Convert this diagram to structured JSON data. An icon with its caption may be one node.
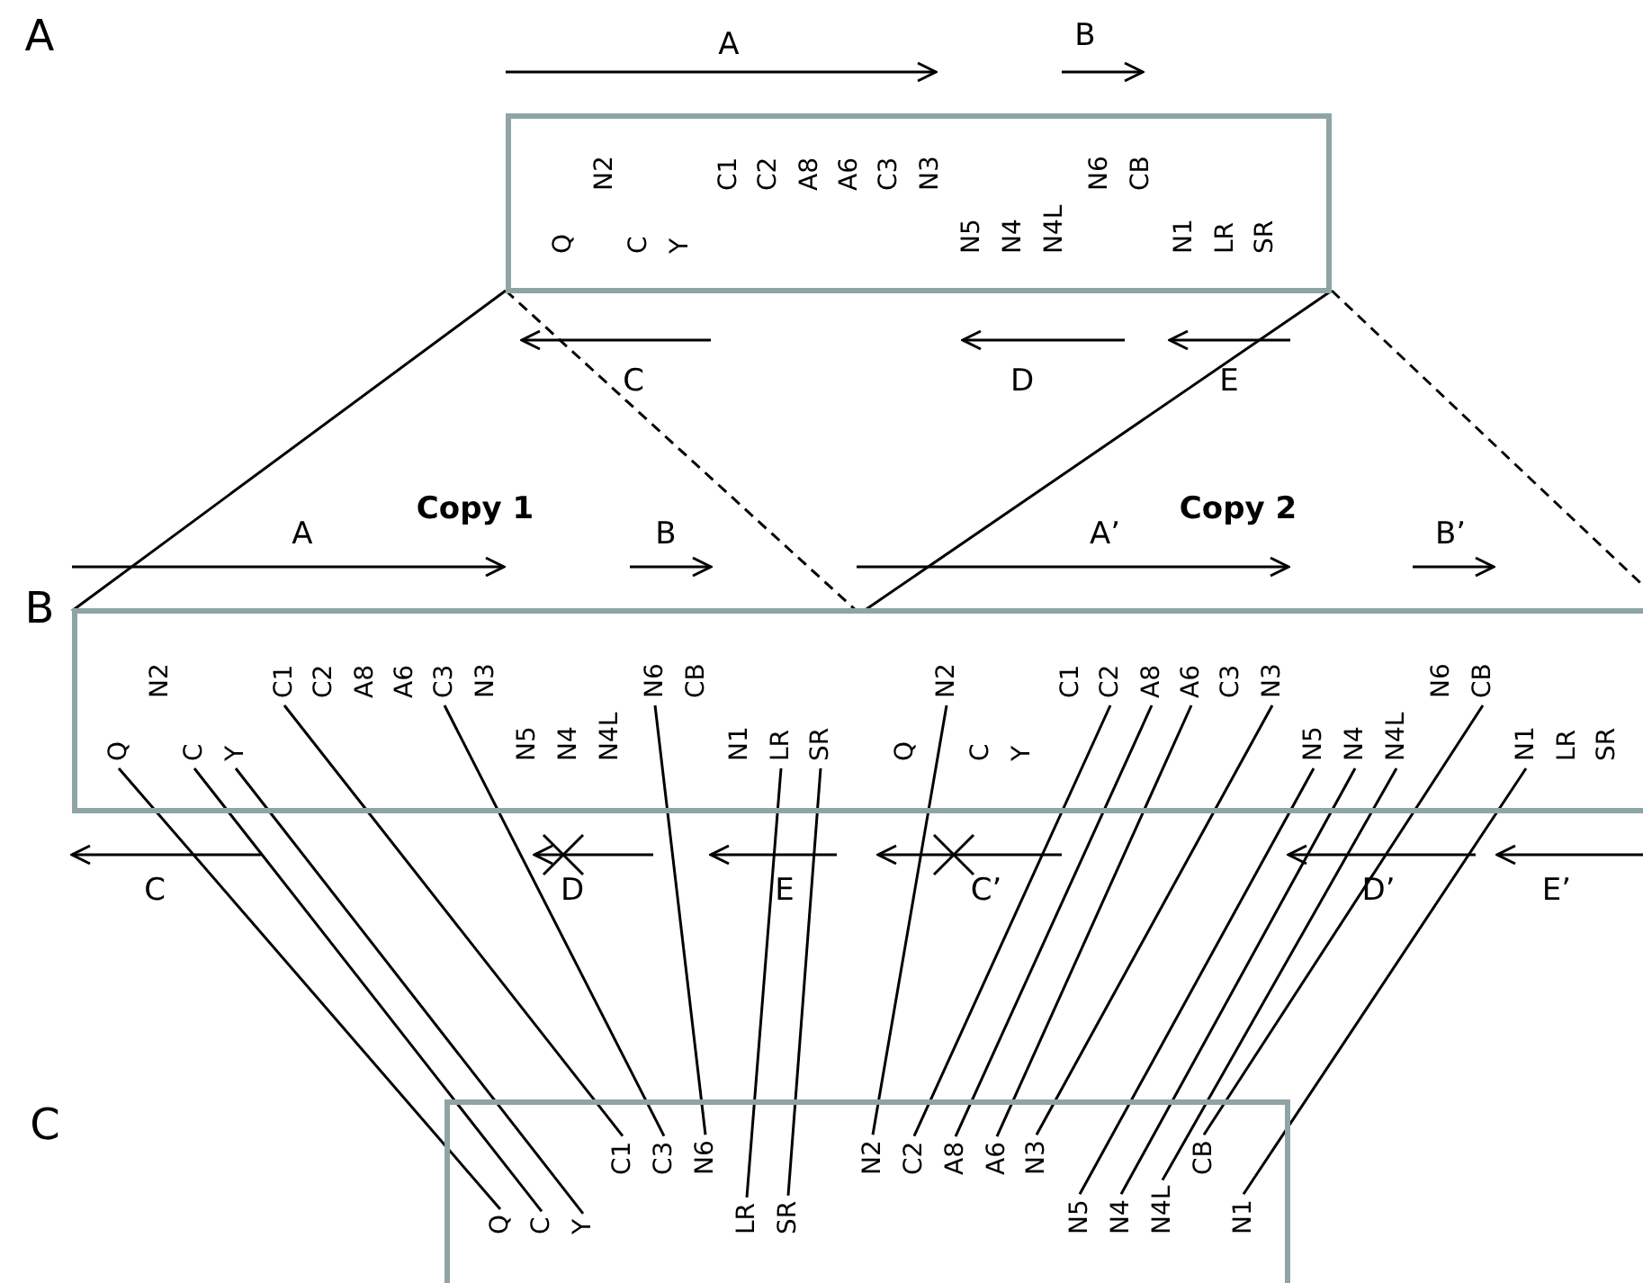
{
  "diagram": {
    "nodes": [
      {
        "text": [],
        "shape": "box"
      },
      {
        "text": [
          "N2"
        ],
        "in": 0
      },
      {
        "text": [
          "C1"
        ],
        "in": 0
      },
      {
        "text": [
          "C2"
        ],
        "in": 0
      },
      {
        "text": [
          "A8"
        ],
        "in": 0
      },
      {
        "text": [
          "A6"
        ],
        "in": 0
      },
      {
        "text": [
          "C3"
        ],
        "in": 0
      },
      {
        "text": [
          "N3"
        ],
        "in": 0
      },
      {
        "text": [
          "N6"
        ],
        "in": 0
      },
      {
        "text": [
          "CB"
        ],
        "in": 0
      },
      {
        "text": [
          "Q"
        ],
        "in": 0
      },
      {
        "text": [
          "C"
        ],
        "in": 0
      },
      {
        "text": [
          "Y"
        ],
        "in": 0
      },
      {
        "text": [
          "N5"
        ],
        "in": 0
      },
      {
        "text": [
          "N4"
        ],
        "in": 0
      },
      {
        "text": [
          "N4L"
        ],
        "in": 0
      },
      {
        "text": [
          "N1"
        ],
        "in": 0
      },
      {
        "text": [
          "LR"
        ],
        "in": 0
      },
      {
        "text": [
          "SR"
        ],
        "in": 0
      },
      {
        "text": [],
        "shape": "box"
      },
      {
        "text": [
          "N2"
        ],
        "in": 19
      },
      {
        "text": [
          "C1"
        ],
        "in": 19
      },
      {
        "text": [
          "C2"
        ],
        "in": 19
      },
      {
        "text": [
          "A8"
        ],
        "in": 19
      },
      {
        "text": [
          "A6"
        ],
        "in": 19
      },
      {
        "text": [
          "C3"
        ],
        "in": 19
      },
      {
        "text": [
          "N3"
        ],
        "in": 19
      },
      {
        "text": [
          "N6"
        ],
        "in": 19
      },
      {
        "text": [
          "CB"
        ],
        "in": 19
      },
      {
        "text": [
          "Q"
        ],
        "in": 19
      },
      {
        "text": [
          "C"
        ],
        "in": 19
      },
      {
        "text": [
          "Y"
        ],
        "in": 19
      },
      {
        "text": [
          "N5"
        ],
        "in": 19
      },
      {
        "text": [
          "N4"
        ],
        "in": 19
      },
      {
        "text": [
          "N4L"
        ],
        "in": 19
      },
      {
        "text": [
          "N1"
        ],
        "in": 19
      },
      {
        "text": [
          "LR"
        ],
        "in": 19
      },
      {
        "text": [
          "SR"
        ],
        "in": 19
      },
      {
        "text": [
          "N2"
        ],
        "in": 19
      },
      {
        "text": [
          "C1"
        ],
        "in": 19
      },
      {
        "text": [
          "C2"
        ],
        "in": 19
      },
      {
        "text": [
          "A8"
        ],
        "in": 19
      },
      {
        "text": [
          "A6"
        ],
        "in": 19
      },
      {
        "text": [
          "C3"
        ],
        "in": 19
      },
      {
        "text": [
          "N3"
        ],
        "in": 19
      },
      {
        "text": [
          "N6"
        ],
        "in": 19
      },
      {
        "text": [
          "CB"
        ],
        "in": 19
      },
      {
        "text": [
          "Q"
        ],
        "in": 19
      },
      {
        "text": [
          "C"
        ],
        "in": 19
      },
      {
        "text": [
          "Y"
        ],
        "in": 19
      },
      {
        "text": [
          "N5"
        ],
        "in": 19
      },
      {
        "text": [
          "N4"
        ],
        "in": 19
      },
      {
        "text": [
          "N4L"
        ],
        "in": 19
      },
      {
        "text": [
          "N1"
        ],
        "in": 19
      },
      {
        "text": [
          "LR"
        ],
        "in": 19
      },
      {
        "text": [
          "SR"
        ],
        "in": 19
      },
      {
        "text": [],
        "shape": "box"
      },
      {
        "text": [
          "C1"
        ],
        "in": 56
      },
      {
        "text": [
          "C3"
        ],
        "in": 56
      },
      {
        "text": [
          "N6"
        ],
        "in": 56
      },
      {
        "text": [
          "N2"
        ],
        "in": 56
      },
      {
        "text": [
          "C2"
        ],
        "in": 56
      },
      {
        "text": [
          "A8"
        ],
        "in": 56
      },
      {
        "text": [
          "A6"
        ],
        "in": 56
      },
      {
        "text": [
          "N3"
        ],
        "in": 56
      },
      {
        "text": [
          "CB"
        ],
        "in": 56
      },
      {
        "text": [
          "Q"
        ],
        "in": 56
      },
      {
        "text": [
          "C"
        ],
        "in": 56
      },
      {
        "text": [
          "Y"
        ],
        "in": 56
      },
      {
        "text": [
          "LR"
        ],
        "in": 56
      },
      {
        "text": [
          "SR"
        ],
        "in": 56
      },
      {
        "text": [
          "N5"
        ],
        "in": 56
      },
      {
        "text": [
          "N4"
        ],
        "in": 56
      },
      {
        "text": [
          "N4L"
        ],
        "in": 56
      },
      {
        "text": [
          "N1"
        ],
        "in": 56
      }
    ],
    "edges": [
      {
        "from": 0,
        "to": 19,
        "arrow": "none"
      },
      {
        "from": 0,
        "to": 19,
        "arrow": "none",
        "style": "dashed"
      },
      {
        "from": 0,
        "to": 19,
        "arrow": "none"
      },
      {
        "from": 0,
        "to": 19,
        "arrow": "none",
        "style": "dashed"
      },
      {
        "from": 29,
        "to": 66,
        "arrow": "none"
      },
      {
        "from": 30,
        "to": 67,
        "arrow": "none"
      },
      {
        "from": 31,
        "to": 68,
        "arrow": "none"
      },
      {
        "from": 21,
        "to": 57,
        "arrow": "none"
      },
      {
        "from": 25,
        "to": 58,
        "arrow": "none"
      },
      {
        "from": 27,
        "to": 59,
        "arrow": "none"
      },
      {
        "from": 36,
        "to": 69,
        "arrow": "none"
      },
      {
        "from": 37,
        "to": 70,
        "arrow": "none"
      },
      {
        "from": 38,
        "to": 60,
        "arrow": "none"
      },
      {
        "from": 40,
        "to": 61,
        "arrow": "none"
      },
      {
        "from": 41,
        "to": 62,
        "arrow": "none"
      },
      {
        "from": 42,
        "to": 63,
        "arrow": "none"
      },
      {
        "from": 44,
        "to": 64,
        "arrow": "none"
      },
      {
        "from": 50,
        "to": 71,
        "arrow": "none"
      },
      {
        "from": 51,
        "to": 72,
        "arrow": "none"
      },
      {
        "from": 52,
        "to": 73,
        "arrow": "none"
      },
      {
        "from": 46,
        "to": 65,
        "arrow": "none"
      },
      {
        "from": 53,
        "to": 74,
        "arrow": "none"
      }
    ],
    "labels": [
      "A",
      "A",
      "B",
      "C",
      "D",
      "E",
      "Copy 1",
      "Copy 2",
      "A",
      "B",
      "A’",
      "B’",
      "B",
      "C",
      "D",
      "E",
      "C’",
      "D’",
      "E’",
      "C"
    ]
  }
}
